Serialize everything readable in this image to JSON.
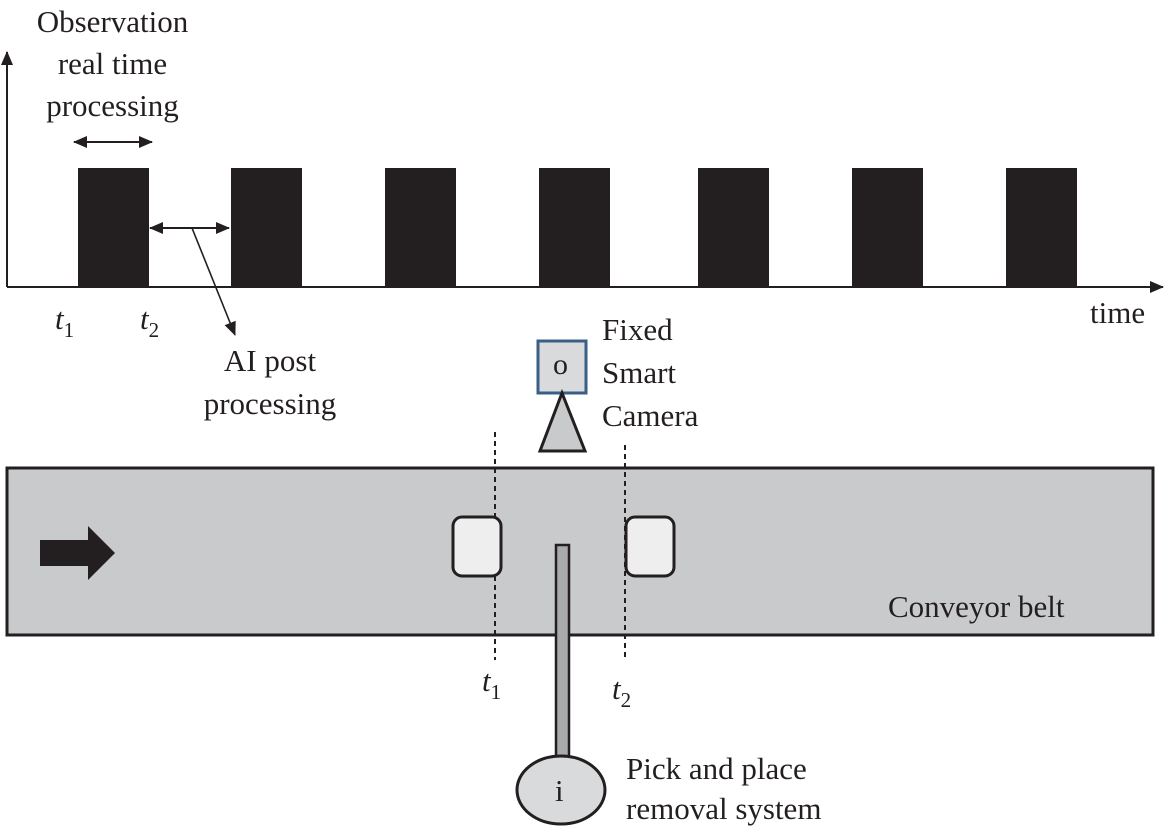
{
  "timeline": {
    "title_lines": [
      "Observation",
      "real time",
      "processing"
    ],
    "axis_label": "time",
    "pulse_count": 7,
    "t1_label": {
      "var": "t",
      "sub": "1"
    },
    "t2_label": {
      "var": "t",
      "sub": "2"
    },
    "gap_label_lines": [
      "AI post",
      "processing"
    ]
  },
  "camera": {
    "glyph": "o",
    "label_lines": [
      "Fixed",
      "Smart",
      "Camera"
    ],
    "fill": "#d9dadc",
    "border": "#3a5f86"
  },
  "belt": {
    "label": "Conveyor belt",
    "fill": "#c9cacb",
    "t1_label": {
      "var": "t",
      "sub": "1"
    },
    "t2_label": {
      "var": "t",
      "sub": "2"
    },
    "item_fill": "#eeeeee"
  },
  "removal": {
    "glyph": "i",
    "label_lines": [
      "Pick and place",
      "removal system"
    ],
    "fill": "#d9dadc"
  }
}
